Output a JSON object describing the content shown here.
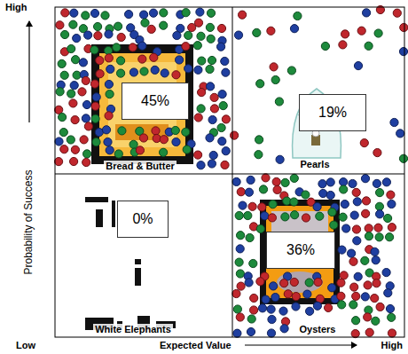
{
  "diagram": {
    "nodes": [
      {
        "text": [
          "Bread & Butter"
        ]
      },
      {
        "text": [
          "45%"
        ],
        "in": 0
      },
      {
        "text": [
          "Pearls"
        ]
      },
      {
        "text": [
          "19%"
        ],
        "in": 2
      },
      {
        "text": [
          "White Elephants"
        ]
      },
      {
        "text": [
          "0%"
        ],
        "in": 4
      },
      {
        "text": [
          "Oysters"
        ]
      },
      {
        "text": [
          "36%"
        ],
        "in": 6
      }
    ],
    "labels": [
      "High",
      "Probability of Success",
      "Low",
      "Expected Value",
      "High"
    ]
  }
}
